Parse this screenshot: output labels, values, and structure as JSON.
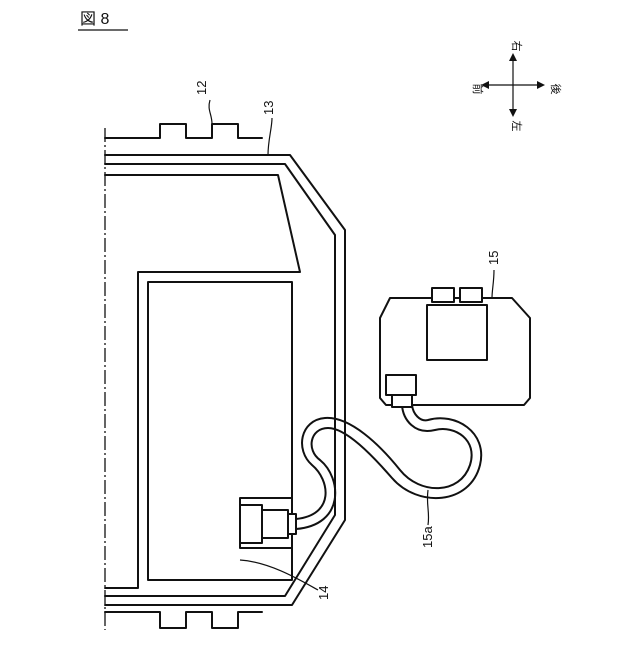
{
  "figure": {
    "title": "図 8"
  },
  "direction": {
    "up": "右",
    "down": "左",
    "left": "前",
    "right": "後"
  },
  "labels": {
    "frame": "12",
    "inner_plate": "13",
    "unit": "14",
    "module": "15",
    "cable": "15a"
  }
}
